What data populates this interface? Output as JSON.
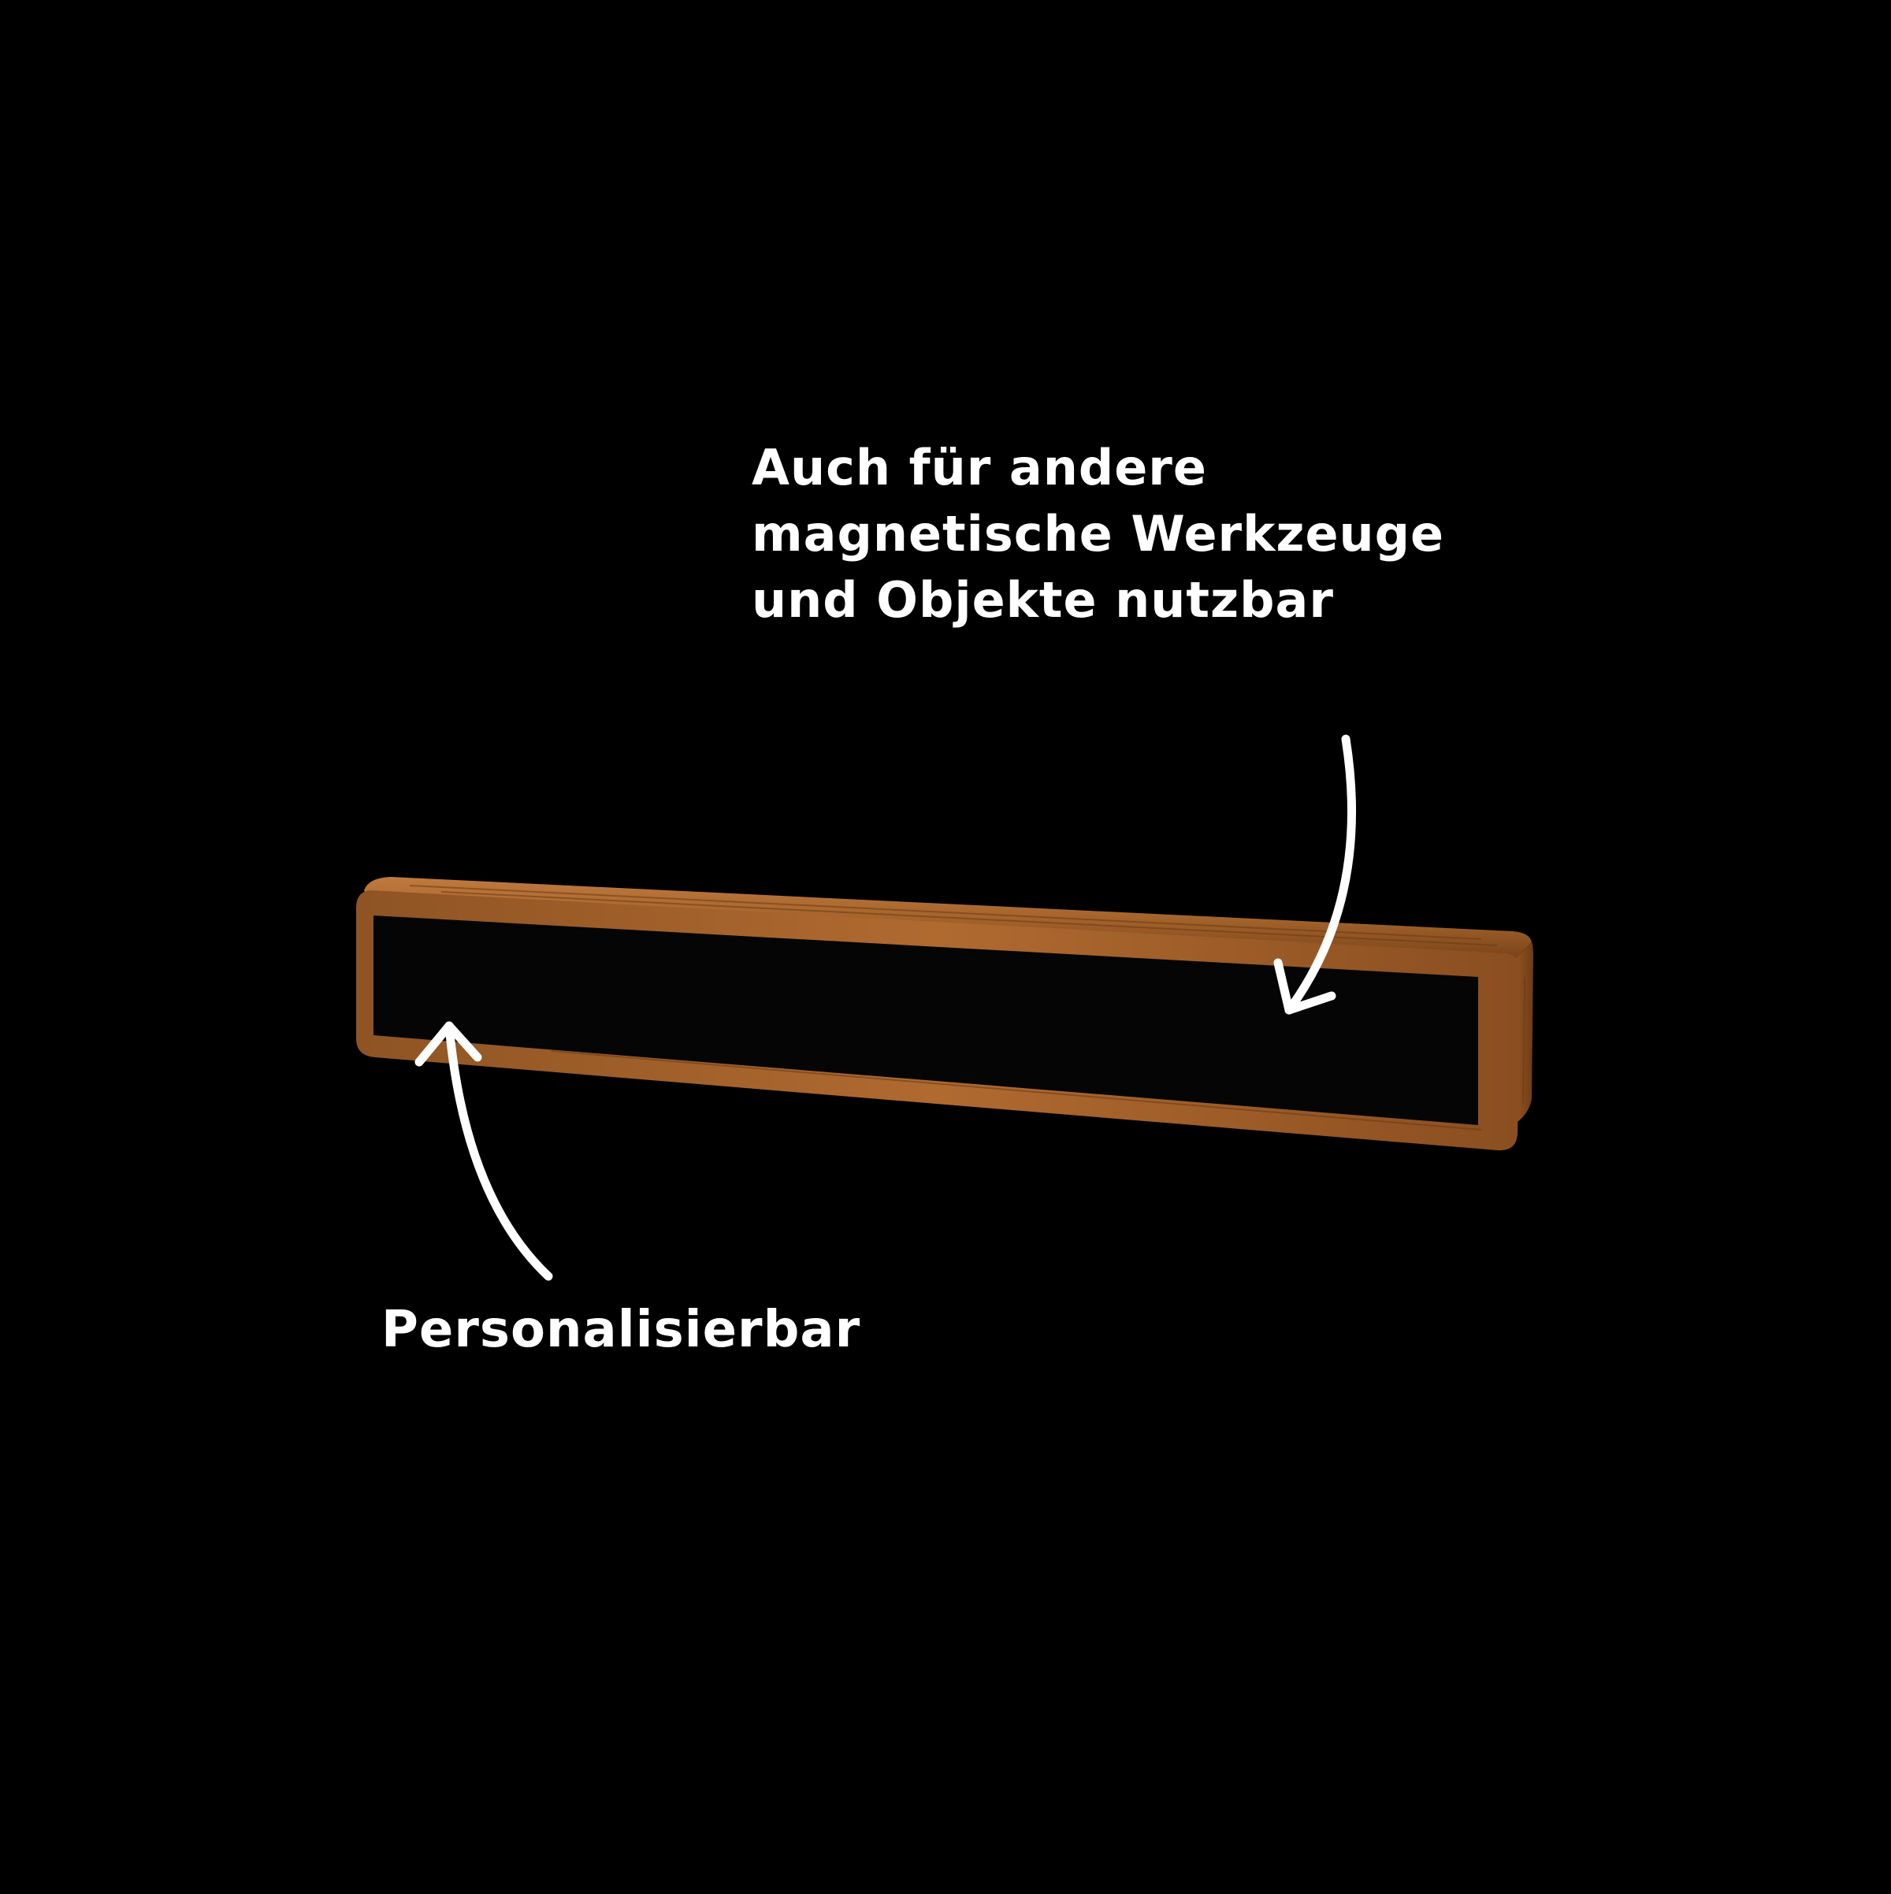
{
  "annotations": {
    "top_caption_lines": [
      "Auch für andere",
      "magnetische Werkzeuge",
      "und Objekte nutzbar"
    ],
    "bottom_caption": "Personalisierbar"
  },
  "colors": {
    "background": "#000000",
    "text": "#ffffff",
    "arrow": "#ffffff",
    "wood_light": "#b8743a",
    "wood_mid": "#9a5a26",
    "wood_dark": "#6e3b15",
    "panel": "#050505"
  },
  "icons": {
    "top_arrow": "curved-arrow-down-left-icon",
    "bottom_arrow": "curved-arrow-up-icon"
  }
}
